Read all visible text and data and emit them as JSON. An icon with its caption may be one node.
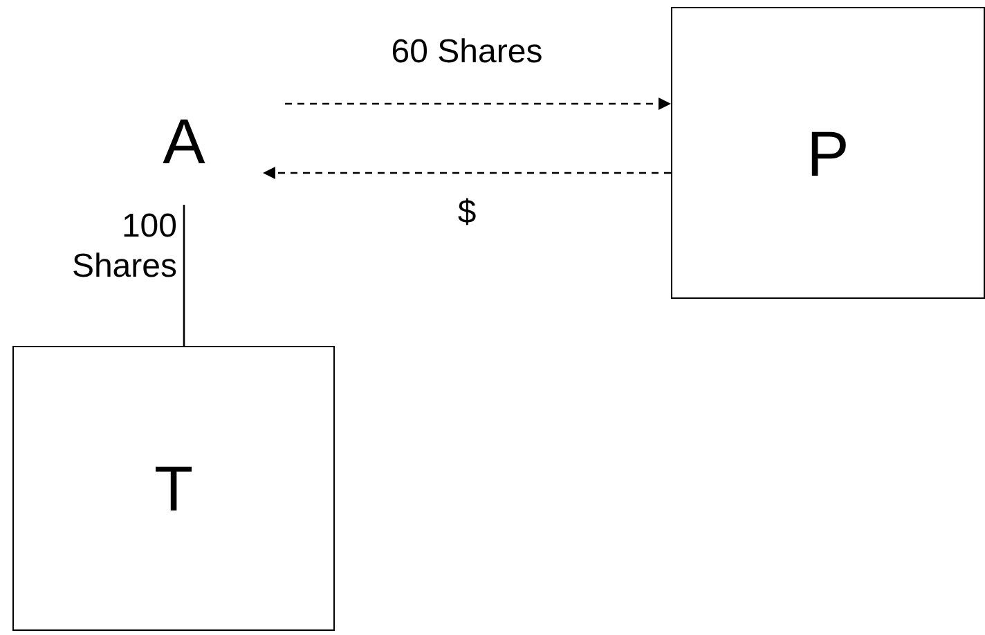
{
  "diagram": {
    "nodes": [
      {
        "text": [
          "A"
        ]
      },
      {
        "text": [
          "P"
        ]
      },
      {
        "text": [
          "T"
        ]
      }
    ],
    "edges": [
      {
        "from": 0,
        "to": 1,
        "arrow": "to",
        "label": "60 Shares",
        "style": "dashed"
      },
      {
        "from": 1,
        "to": 0,
        "arrow": "to",
        "label": "$",
        "style": "dashed"
      },
      {
        "from": 0,
        "to": 2,
        "arrow": "none",
        "label": "100 Shares"
      }
    ]
  }
}
